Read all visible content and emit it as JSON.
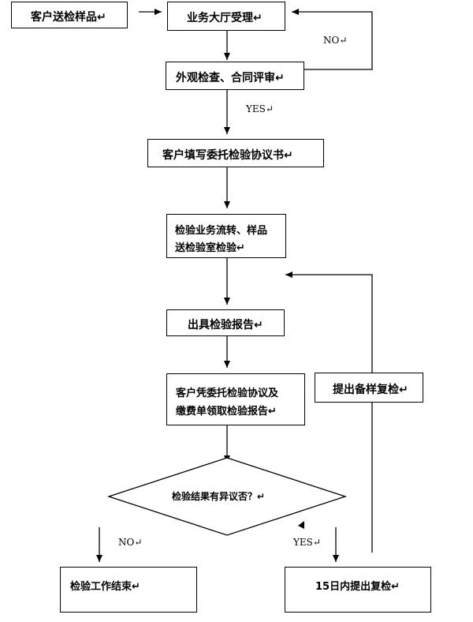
{
  "nodes": {
    "sample_delivery": "客户送检样品↵",
    "hall_acceptance": "业务大厅受理↵",
    "appearance_check": "外观检查、合同评审↵",
    "fill_agreement": "客户填写委托检验协议书↵",
    "transfer_line1": "检验业务流转、样品",
    "transfer_line2": "送检验室检验↵",
    "issue_report": "出具检验报告↵",
    "collect_line1": "客户凭委托检验协议及",
    "collect_line2": "缴费单领取检验报告↵",
    "decision": "检验结果有异议否？↵",
    "end": "检验工作结束↵",
    "recheck_15days": "15日内提出复检↵",
    "backup_recheck": "提出备样复检↵"
  },
  "edge_labels": {
    "review_no": "NO↵",
    "review_yes": "YES↵",
    "decision_no": "NO↵",
    "decision_yes": "YES↵"
  }
}
